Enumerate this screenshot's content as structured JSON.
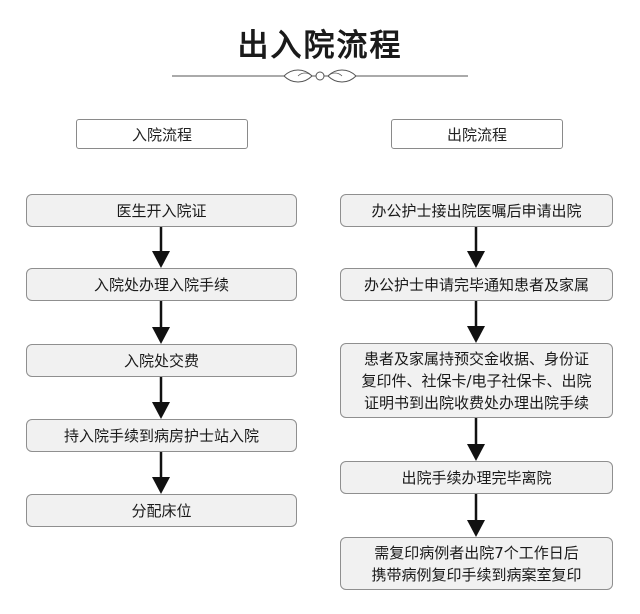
{
  "title": "出入院流程",
  "admission": {
    "header": "入院流程",
    "steps": [
      "医生开入院证",
      "入院处办理入院手续",
      "入院处交费",
      "持入院手续到病房护士站入院",
      "分配床位"
    ]
  },
  "discharge": {
    "header": "出院流程",
    "steps": [
      [
        "办公护士接出院医嘱后申请出院"
      ],
      [
        "办公护士申请完毕通知患者及家属"
      ],
      [
        "患者及家属持预交金收据、身份证",
        "复印件、社保卡/电子社保卡、出院",
        "证明书到出院收费处办理出院手续"
      ],
      [
        "出院手续办理完毕离院"
      ],
      [
        "需复印病例者出院7个工作日后",
        "携带病例复印手续到病案室复印"
      ]
    ]
  }
}
